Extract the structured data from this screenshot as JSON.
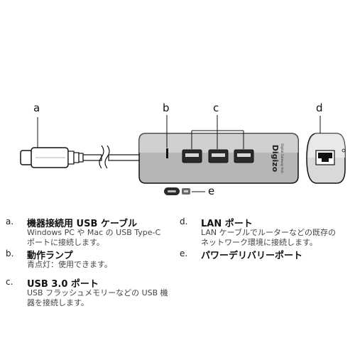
{
  "callouts": {
    "a": "a",
    "b": "b",
    "c": "c",
    "d": "d",
    "e": "e"
  },
  "device": {
    "brand": "Digizo",
    "subtext": "Digital Gateway Hub"
  },
  "legend": [
    {
      "letter": "a.",
      "title": "機器接続用 USB ケーブル",
      "desc": [
        "Windows PC や Mac の USB Type-C",
        "ポートに接続します。"
      ]
    },
    {
      "letter": "b.",
      "title": "動作ランプ",
      "desc": [
        "青点灯：使用できます。"
      ]
    },
    {
      "letter": "c.",
      "title": "USB 3.0 ポート",
      "desc": [
        "USB フラッシュメモリーなどの USB 機",
        "器を接続します。"
      ]
    },
    {
      "letter": "d.",
      "title": "LAN ポート",
      "desc": [
        "LAN ケーブルでルーターなどの既存の",
        "ネットワーク環境に接続します。"
      ]
    },
    {
      "letter": "e.",
      "title": "パワーデリバリーポート",
      "desc": []
    }
  ]
}
